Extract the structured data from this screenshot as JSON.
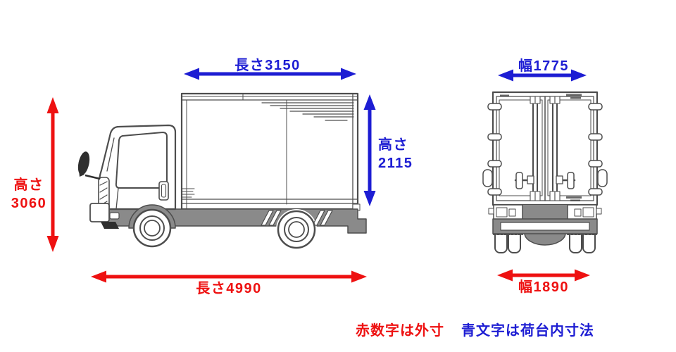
{
  "colors": {
    "exterior_dim": "#ee1111",
    "interior_dim": "#1d1dd3",
    "outline": "#4d4d4d",
    "body_gray": "#8a8a8a",
    "dark_detail": "#2f2f2f"
  },
  "side_view": {
    "dims": {
      "cargo_length": {
        "label": "長さ3150",
        "value": 3150
      },
      "cargo_height": {
        "label_line1": "高さ",
        "label_line2": "2115",
        "value": 2115
      },
      "overall_height": {
        "label_line1": "高さ",
        "label_line2": "3060",
        "value": 3060
      },
      "overall_length": {
        "label": "長さ4990",
        "value": 4990
      }
    }
  },
  "rear_view": {
    "dims": {
      "cargo_width": {
        "label": "幅1775",
        "value": 1775
      },
      "overall_width": {
        "label": "幅1890",
        "value": 1890
      }
    }
  },
  "legend": {
    "exterior_note": "赤数字は外寸",
    "interior_note": "青文字は荷台内寸法"
  }
}
